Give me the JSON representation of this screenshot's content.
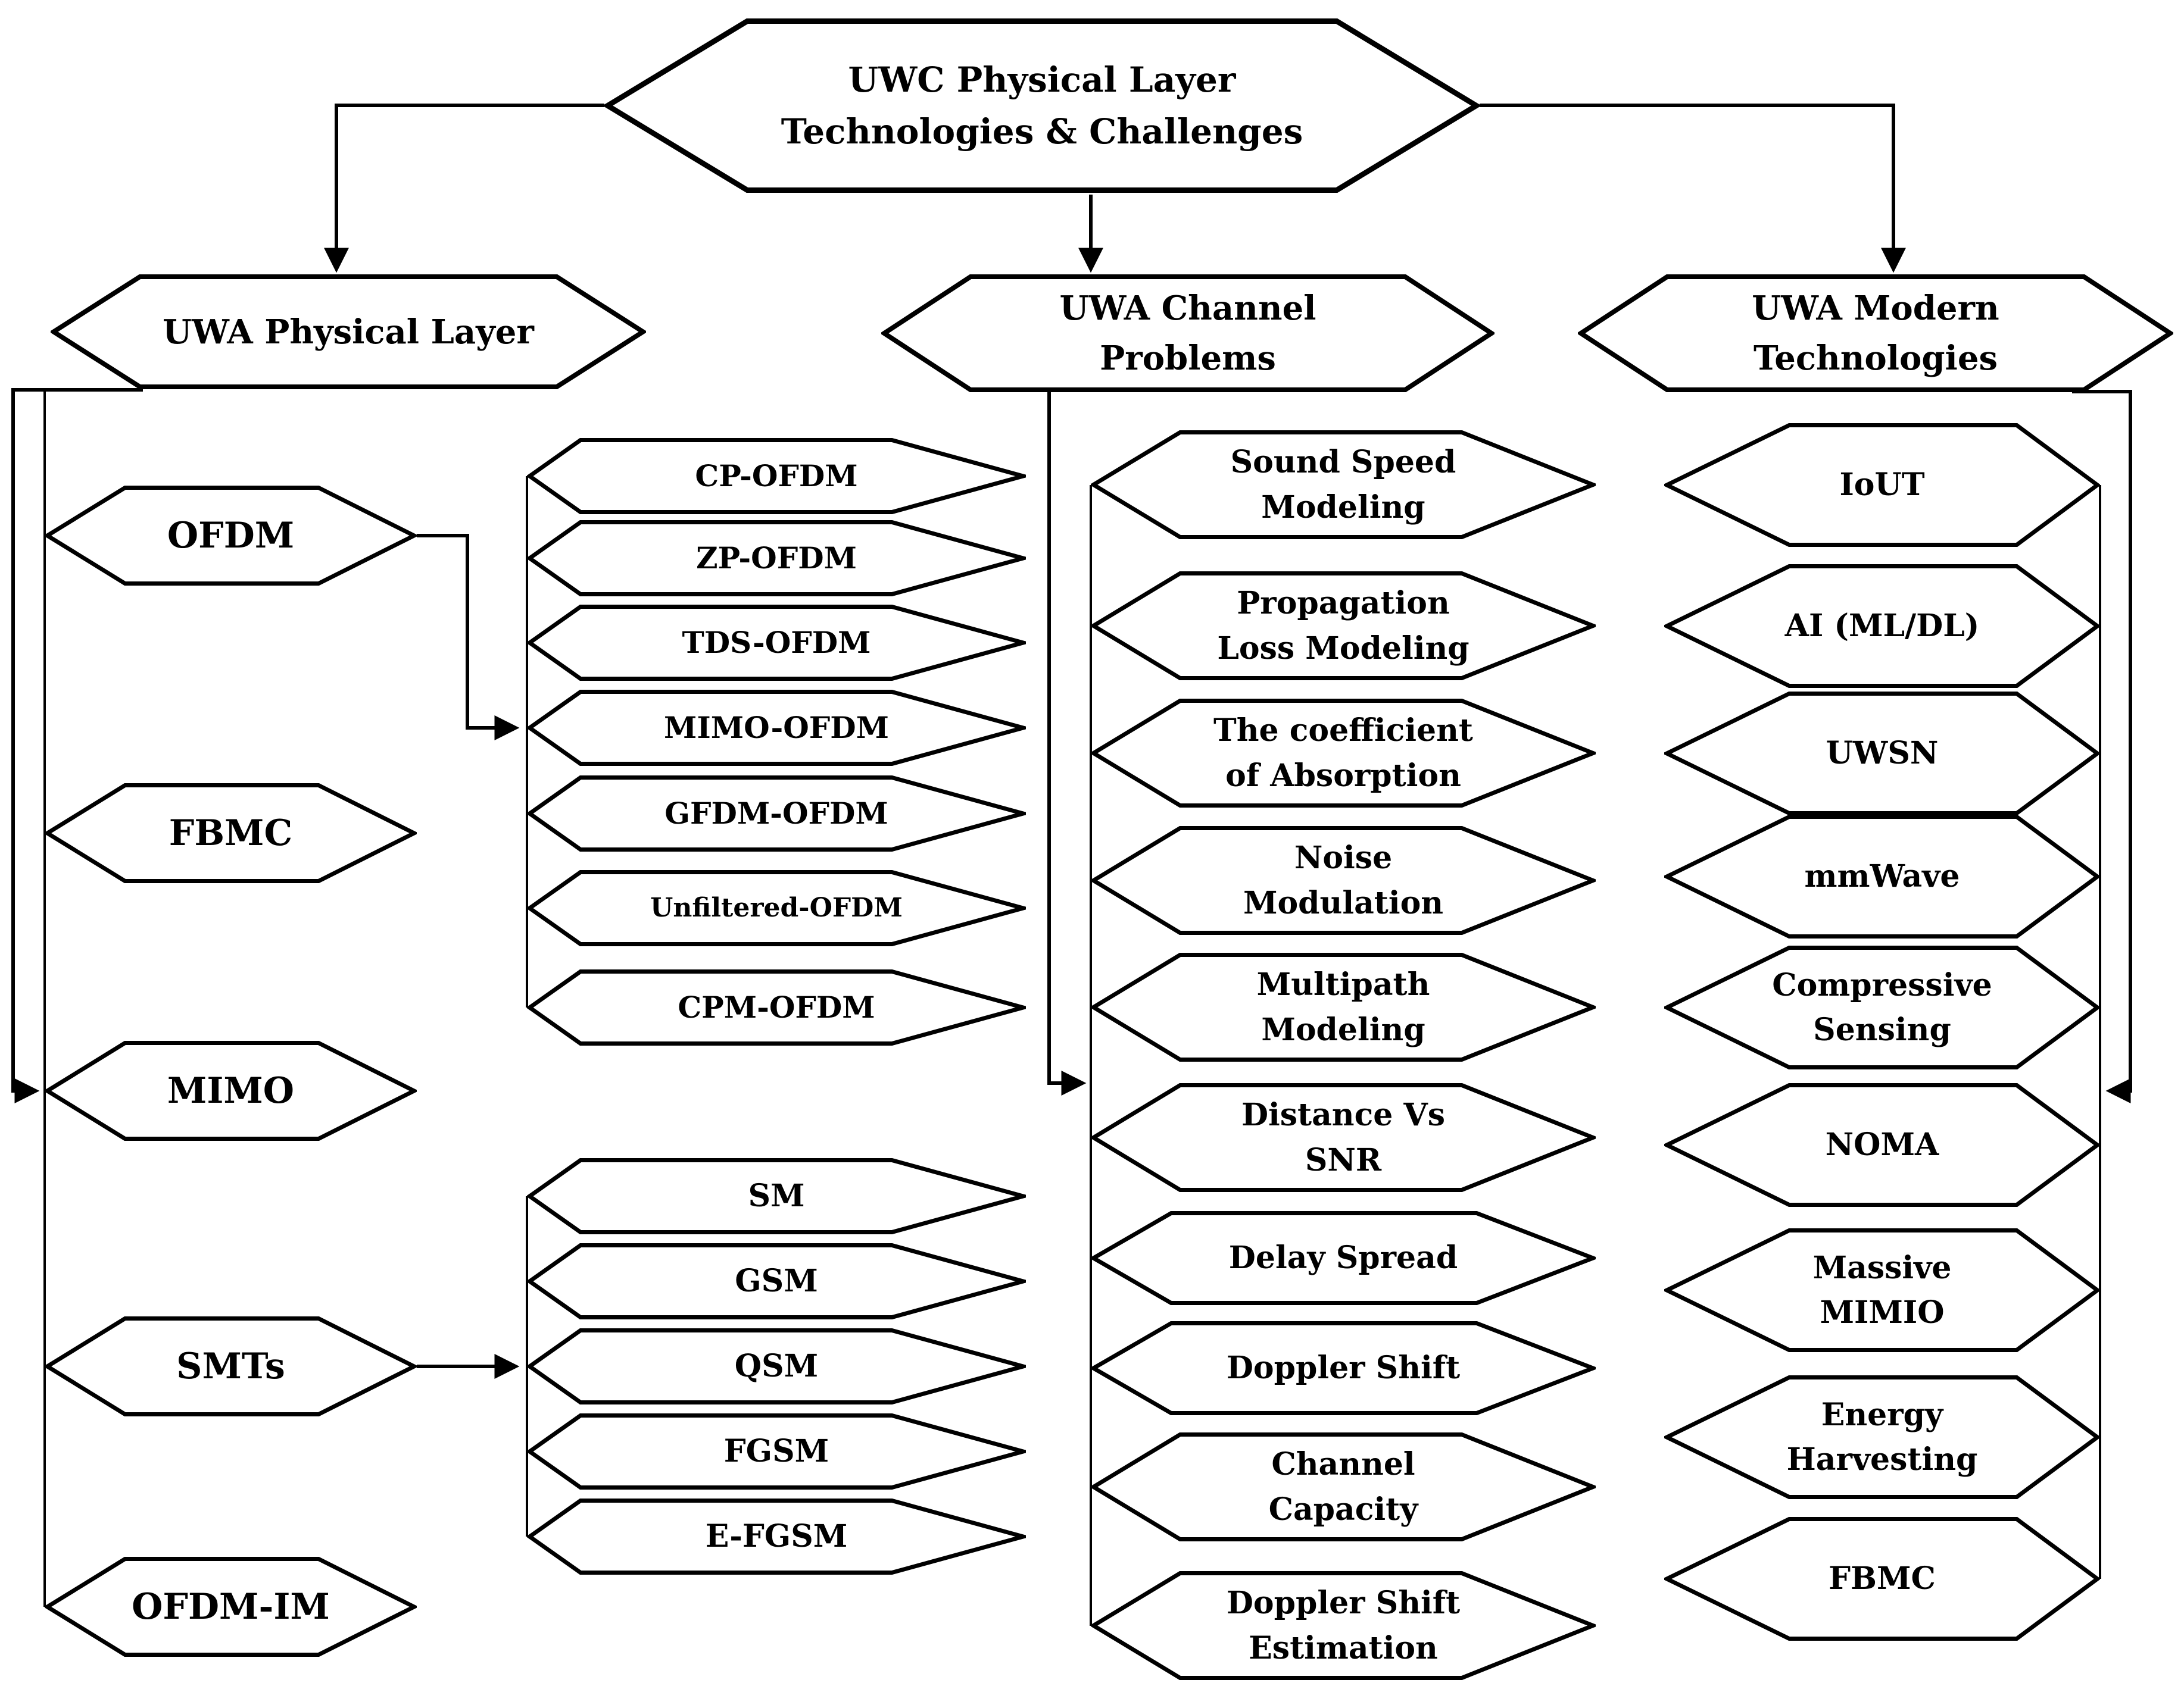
{
  "diagram_title": "UWC Physical Layer\nTechnologies & Challenges",
  "branches": {
    "uwa_physical_layer": "UWA Physical Layer",
    "uwa_channel_problems": "UWA Channel\nProblems",
    "uwa_modern_technologies": "UWA Modern\nTechnologies"
  },
  "uwa_physical_layer": {
    "techniques": [
      "OFDM",
      "FBMC",
      "MIMO",
      "SMTs",
      "OFDM-IM"
    ],
    "ofdm_variants": [
      "CP-OFDM",
      "ZP-OFDM",
      "TDS-OFDM",
      "MIMO-OFDM",
      "GFDM-OFDM",
      "Unfiltered-OFDM",
      "CPM-OFDM"
    ],
    "smts_variants": [
      "SM",
      "GSM",
      "QSM",
      "FGSM",
      "E-FGSM"
    ]
  },
  "uwa_channel_problems": {
    "items": [
      "Sound Speed\nModeling",
      "Propagation\nLoss Modeling",
      "The coefficient\nof Absorption",
      "Noise\nModulation",
      "Multipath\nModeling",
      "Distance Vs\nSNR",
      "Delay Spread",
      "Doppler Shift",
      "Channel\nCapacity",
      "Doppler Shift\nEstimation"
    ]
  },
  "uwa_modern_technologies": {
    "items": [
      "IoUT",
      "AI (ML/DL)",
      "UWSN",
      "mmWave",
      "Compressive\nSensing",
      "NOMA",
      "Massive\nMIMIO",
      "Energy\nHarvesting",
      "FBMC"
    ]
  },
  "colors": {
    "line": "#000000",
    "node_fill": "#ffffff",
    "background": "#ffffff"
  }
}
